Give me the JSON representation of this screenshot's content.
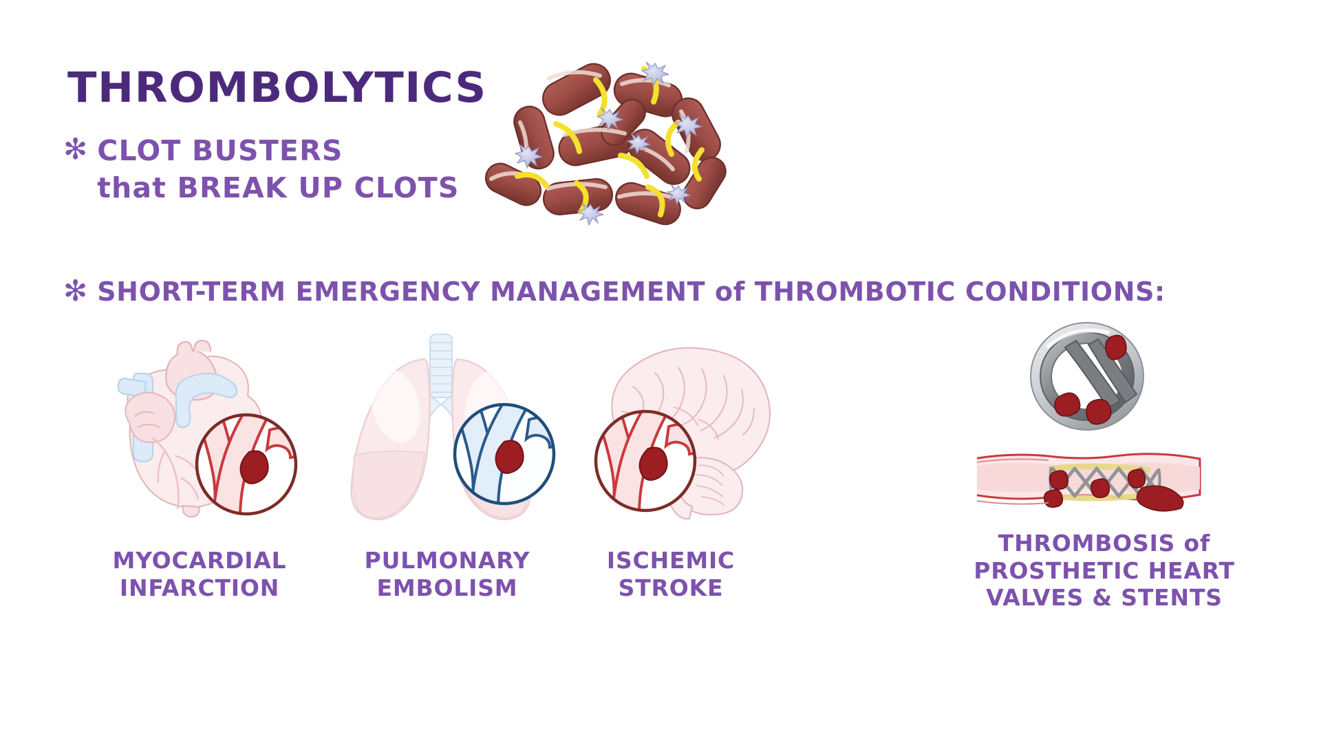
{
  "palette": {
    "title_purple": "#4b2a7b",
    "body_purple": "#7d52ad",
    "background": "#ffffff",
    "rbc_red": "#9e4d47",
    "rbc_red_dark": "#6e302c",
    "fibrin_yellow": "#f4e02e",
    "platelet_lavender": "#b9bde0",
    "tissue_pink": "#f7dfe0",
    "tissue_pink_line": "#e3b6bb",
    "vessel_red": "#c9393c",
    "vessel_red_light": "#f2c3c4",
    "vein_blue": "#2a5a8c",
    "vein_blue_light": "#cfe0f2",
    "clot_dark_red": "#9c1d22",
    "metal_gray": "#6f7276",
    "metal_gray_light": "#b9bcc0"
  },
  "header": {
    "title": "THROMBOLYTICS"
  },
  "bullets": [
    {
      "marker": "asterisk-bullet",
      "line1": "CLOT BUSTERS",
      "line2_lower": "that",
      "line2_upper": " BREAK UP CLOTS"
    },
    {
      "marker": "asterisk-bullet",
      "pre": "SHORT-TERM EMERGENCY MANAGEMENT ",
      "lower": "of",
      "post": " THROMBOTIC CONDITIONS:"
    }
  ],
  "bullet_glyph": "✻",
  "conditions": [
    {
      "icon": "heart-with-coronary-thrombus-icon",
      "label_lines": [
        "MYOCARDIAL",
        "INFARCTION"
      ],
      "inset": "artery-clot-inset",
      "inset_ring_color": "#7c2c26"
    },
    {
      "icon": "lungs-with-pulmonary-embolus-icon",
      "label_lines": [
        "PULMONARY",
        "EMBOLISM"
      ],
      "inset": "vein-clot-inset",
      "inset_ring_color": "#1f4d7a"
    },
    {
      "icon": "brain-with-cerebral-thrombus-icon",
      "label_lines": [
        "ISCHEMIC",
        "STROKE"
      ],
      "inset": "artery-clot-inset",
      "inset_ring_color": "#7c2c26"
    },
    {
      "icon": "prosthetic-valve-and-stent-icon",
      "label_lines_mixed": [
        {
          "upper": "THROMBOSIS ",
          "lower": "of"
        },
        {
          "upper": "PROSTHETIC HEART"
        },
        {
          "upper": "VALVES & STENTS"
        }
      ]
    }
  ],
  "illustrations": {
    "clot_cluster": {
      "name": "blood-clot-cluster-illustration",
      "rbc_count": 11,
      "fibrin_strand_count": 9,
      "platelet_count": 7
    }
  }
}
